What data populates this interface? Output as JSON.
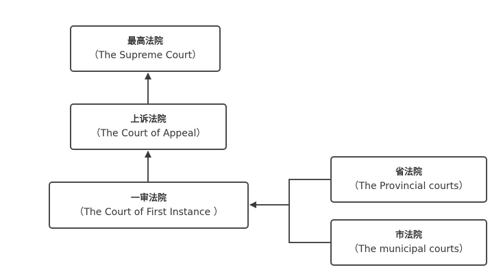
{
  "nodes": [
    {
      "id": "supreme",
      "zh": "最高法院",
      "en": "（The Supreme Court）"
    },
    {
      "id": "appeal",
      "zh": "上诉法院",
      "en": "（The Court of Appeal）"
    },
    {
      "id": "first",
      "zh": "一审法院",
      "en": "（The Court of First Instance ）"
    },
    {
      "id": "provincial",
      "zh": "省法院",
      "en": "（The Provincial courts）"
    },
    {
      "id": "municipal",
      "zh": "市法院",
      "en": "（The municipal courts）"
    }
  ],
  "edges": [
    {
      "from": "appeal",
      "to": "supreme"
    },
    {
      "from": "first",
      "to": "appeal"
    },
    {
      "from": "provincial",
      "to": "first"
    },
    {
      "from": "municipal",
      "to": "first"
    }
  ],
  "colors": {
    "stroke": "#4a4a4a",
    "text": "#333333",
    "background": "#ffffff"
  }
}
